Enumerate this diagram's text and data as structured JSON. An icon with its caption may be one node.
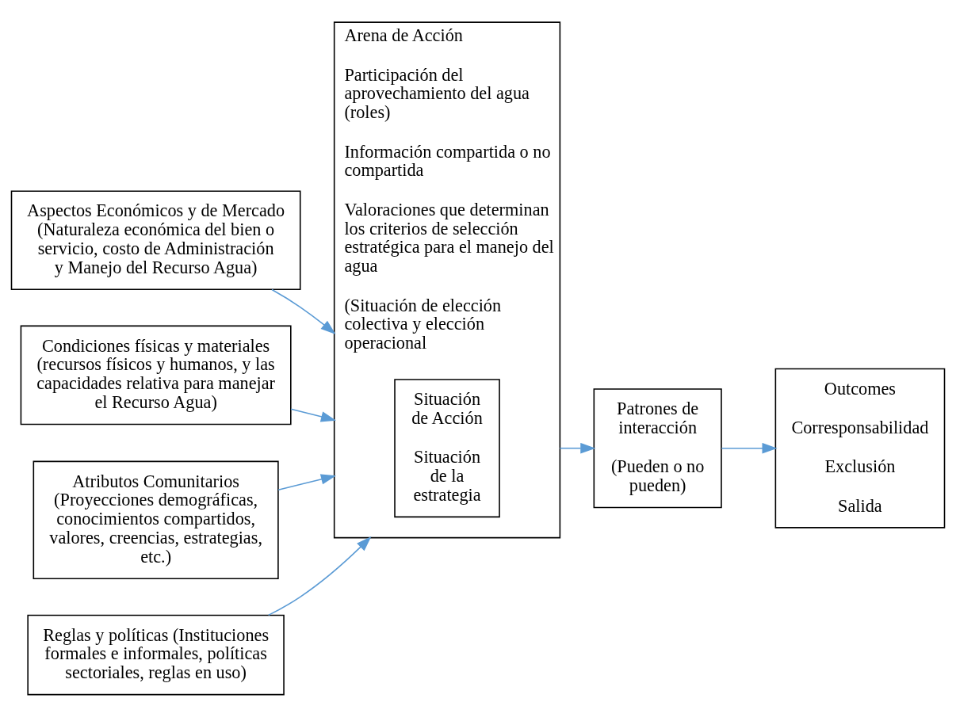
{
  "diagram": {
    "nodes": [
      {
        "text": [
          "Aspectos Económicos y de Mercado (Naturaleza económica del bien o servicio, costo de Administración y Manejo del Recurso Agua)"
        ]
      },
      {
        "text": [
          "Condiciones físicas y materiales (recursos físicos y humanos, y las capacidades relativa para manejar el Recurso Agua)"
        ]
      },
      {
        "text": [
          "Atributos Comunitarios (Proyecciones demográficas, conocimientos compartidos, valores, creencias, estrategias, etc.)"
        ]
      },
      {
        "text": [
          "Reglas y políticas (Instituciones formales e informales, políticas sectoriales, reglas en uso)"
        ]
      },
      {
        "text": [
          "Arena de Acción",
          "Participación del aprovechamiento del agua (roles)",
          "Información compartida o no compartida",
          "Valoraciones que determinan los criterios de selección estratégica para el manejo del agua",
          "(Situación de elección colectiva y elección operacional"
        ]
      },
      {
        "text": [
          "Situación de Acción",
          "Situación de la estrategia"
        ],
        "in": 4
      },
      {
        "text": [
          "Patrones de interacción",
          "(Pueden o no pueden)"
        ]
      },
      {
        "text": [
          "Outcomes",
          "Corresponsabilidad",
          "Exclusión",
          "Salida"
        ]
      }
    ],
    "edges": [
      {
        "from": 0,
        "to": 4,
        "arrow": "to"
      },
      {
        "from": 1,
        "to": 4,
        "arrow": "to"
      },
      {
        "from": 2,
        "to": 4,
        "arrow": "to"
      },
      {
        "from": 3,
        "to": 4,
        "arrow": "to"
      },
      {
        "from": 4,
        "to": 6,
        "arrow": "to"
      },
      {
        "from": 6,
        "to": 7,
        "arrow": "to"
      }
    ]
  }
}
